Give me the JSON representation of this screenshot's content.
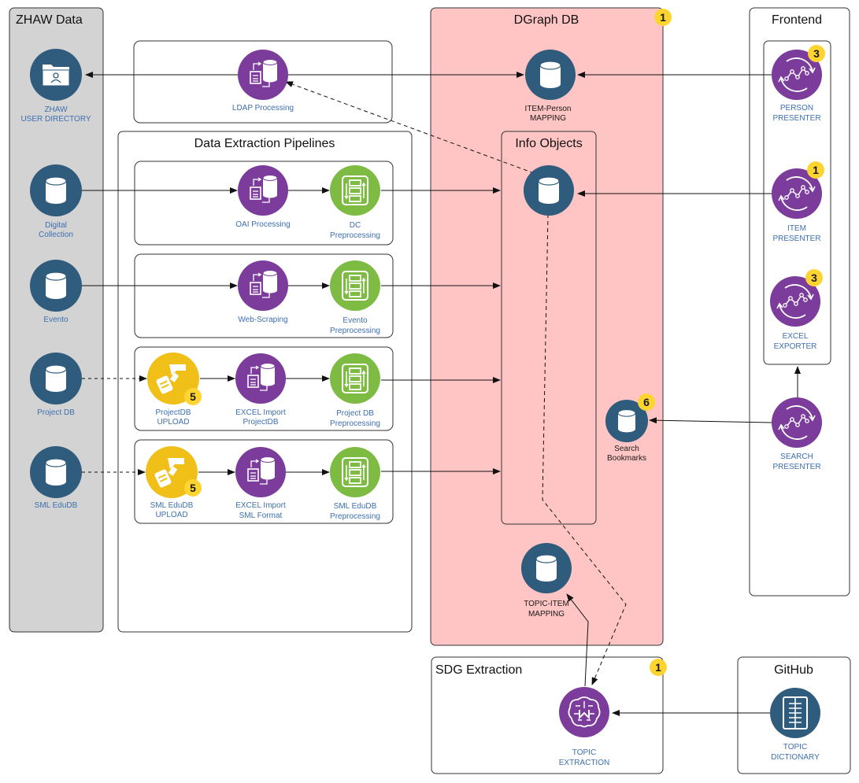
{
  "panels": {
    "zhaw": "ZHAW Data",
    "pipelines": "Data Extraction Pipelines",
    "dgraph": "DGraph DB",
    "info_objects": "Info Objects",
    "frontend": "Frontend",
    "sdg": "SDG Extraction",
    "github": "GitHub"
  },
  "sources": {
    "user_directory": [
      "ZHAW",
      "USER DIRECTORY"
    ],
    "digital_collection": [
      "Digital",
      "Collection"
    ],
    "evento": "Evento",
    "project_db": "Project DB",
    "sml_edudb": "SML EduDB"
  },
  "processing": {
    "ldap": "LDAP Processing",
    "oai": "OAI Processing",
    "dc": [
      "DC",
      "Preprocessing"
    ],
    "web_scraping": "Web-Scraping",
    "evento_pre": [
      "Evento",
      "Preprocessing"
    ],
    "projectdb_upload": [
      "ProjectDB",
      "UPLOAD"
    ],
    "excel_projectdb": [
      "EXCEL Import",
      "ProjectDB"
    ],
    "projectdb_pre": [
      "Project DB",
      "Preprocessing"
    ],
    "sml_upload": [
      "SML EduDB",
      "UPLOAD"
    ],
    "excel_sml": [
      "EXCEL Import",
      "SML Format"
    ],
    "sml_pre": [
      "SML EduDB",
      "Preprocessing"
    ]
  },
  "db": {
    "item_person": [
      "ITEM-Person",
      "MAPPING"
    ],
    "search_bookmarks": [
      "Search",
      "Bookmarks"
    ],
    "topic_item": [
      "TOPIC-ITEM",
      "MAPPING"
    ]
  },
  "frontend": {
    "person_presenter": [
      "PERSON",
      "PRESENTER"
    ],
    "item_presenter": [
      "ITEM",
      "PRESENTER"
    ],
    "excel_exporter": [
      "EXCEL",
      "EXPORTER"
    ],
    "search_presenter": [
      "SEARCH",
      "PRESENTER"
    ]
  },
  "sdg": {
    "topic_extraction": [
      "TOPIC",
      "EXTRACTION"
    ]
  },
  "github": {
    "topic_dictionary": [
      "TOPIC",
      "DICTIONARY"
    ]
  },
  "badges": {
    "dgraph": "1",
    "person_presenter": "3",
    "item_presenter": "1",
    "excel_exporter": "3",
    "projectdb_upload": "5",
    "sml_upload": "5",
    "search_bookmarks": "6",
    "sdg": "1"
  },
  "colors": {
    "zhaw_panel": "#d3d3d3",
    "dgraph_panel": "#ffc4c4",
    "db_icon": "#2f5b7c",
    "process_icon": "#7b3c9b",
    "preprocess_icon": "#7dbb42",
    "upload_icon": "#f0bf18",
    "badge": "#fdd430",
    "label_blue": "#3d6fae"
  }
}
